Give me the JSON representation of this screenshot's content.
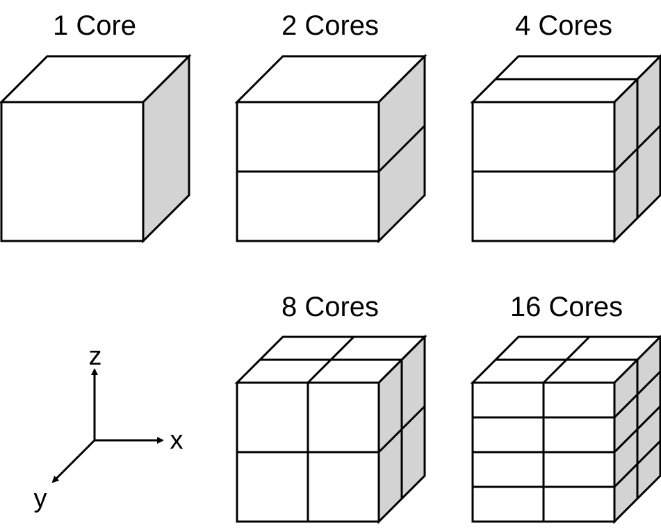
{
  "diagram": {
    "cubes": [
      {
        "label": "1 Core",
        "cores": 1,
        "split": {
          "x": 1,
          "y": 1,
          "z": 1
        }
      },
      {
        "label": "2 Cores",
        "cores": 2,
        "split": {
          "x": 1,
          "y": 1,
          "z": 2
        }
      },
      {
        "label": "4 Cores",
        "cores": 4,
        "split": {
          "x": 1,
          "y": 2,
          "z": 2
        }
      },
      {
        "label": "8 Cores",
        "cores": 8,
        "split": {
          "x": 2,
          "y": 2,
          "z": 2
        }
      },
      {
        "label": "16 Cores",
        "cores": 16,
        "split": {
          "x": 2,
          "y": 2,
          "z": 4
        }
      }
    ],
    "axes": {
      "x": "x",
      "y": "y",
      "z": "z"
    },
    "colors": {
      "front": "#ffffff",
      "top": "#ffffff",
      "side": "#d3d3d3",
      "stroke": "#000000"
    }
  }
}
